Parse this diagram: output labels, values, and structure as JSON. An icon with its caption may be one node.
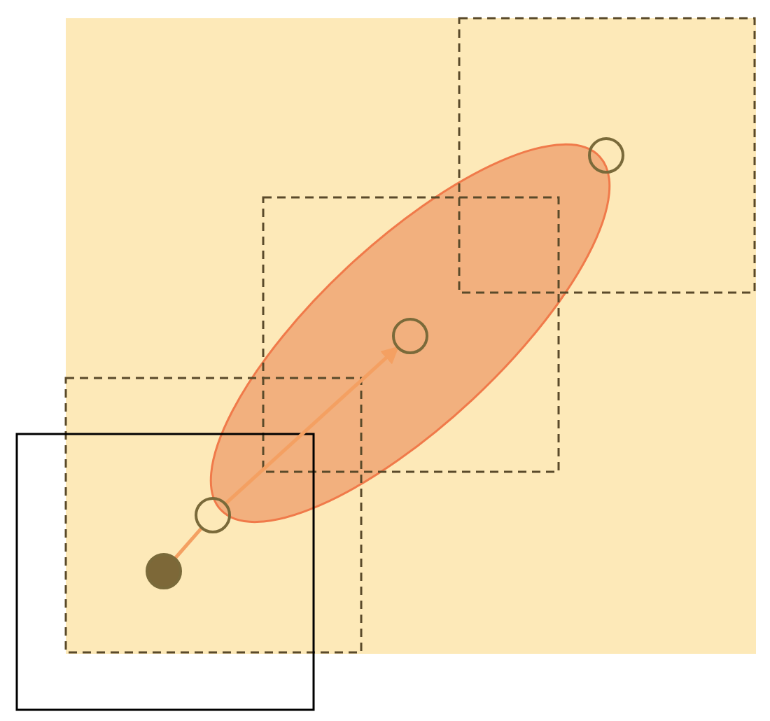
{
  "diagram": {
    "nodes": [
      {
        "text": [],
        "shape": "circle"
      },
      {
        "text": [],
        "shape": "circle"
      },
      {
        "text": [],
        "shape": "circle"
      },
      {
        "text": [],
        "shape": "circle"
      }
    ],
    "edges": [
      {
        "from": 0,
        "to": 1,
        "arrow": "none"
      },
      {
        "from": 1,
        "to": 2,
        "arrow": "to"
      }
    ]
  }
}
